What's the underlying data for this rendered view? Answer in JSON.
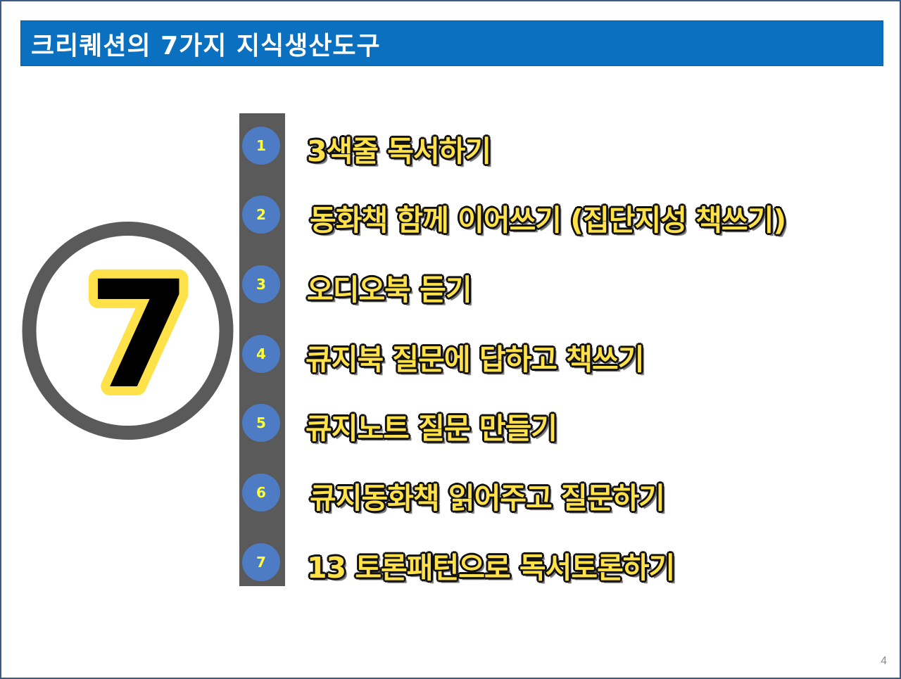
{
  "title": "크리퀘션의 7가지 지식생산도구",
  "big_number": "7",
  "steps": [
    {
      "number": "1",
      "label": "3색줄 독서하기"
    },
    {
      "number": "2",
      "label": "동화책 함께 이어쓰기 (집단지성 책쓰기)"
    },
    {
      "number": "3",
      "label": "오디오북 듣기"
    },
    {
      "number": "4",
      "label": "큐지북 질문에 답하고 책쓰기"
    },
    {
      "number": "5",
      "label": "큐지노트 질문 만들기"
    },
    {
      "number": "6",
      "label": "큐지동화책 읽어주고 질문하기"
    },
    {
      "number": "7",
      "label": "13 토론패턴으로 독서토론하기"
    }
  ],
  "page_number": "4",
  "colors": {
    "title_bar": "#0c70c0",
    "timeline": "#5a5a5a",
    "step_circle": "#4d7cc4",
    "step_number": "#ffff33",
    "label_fill": "#ffe14a",
    "label_outline": "#111111",
    "ring": "#5a5a5a"
  }
}
